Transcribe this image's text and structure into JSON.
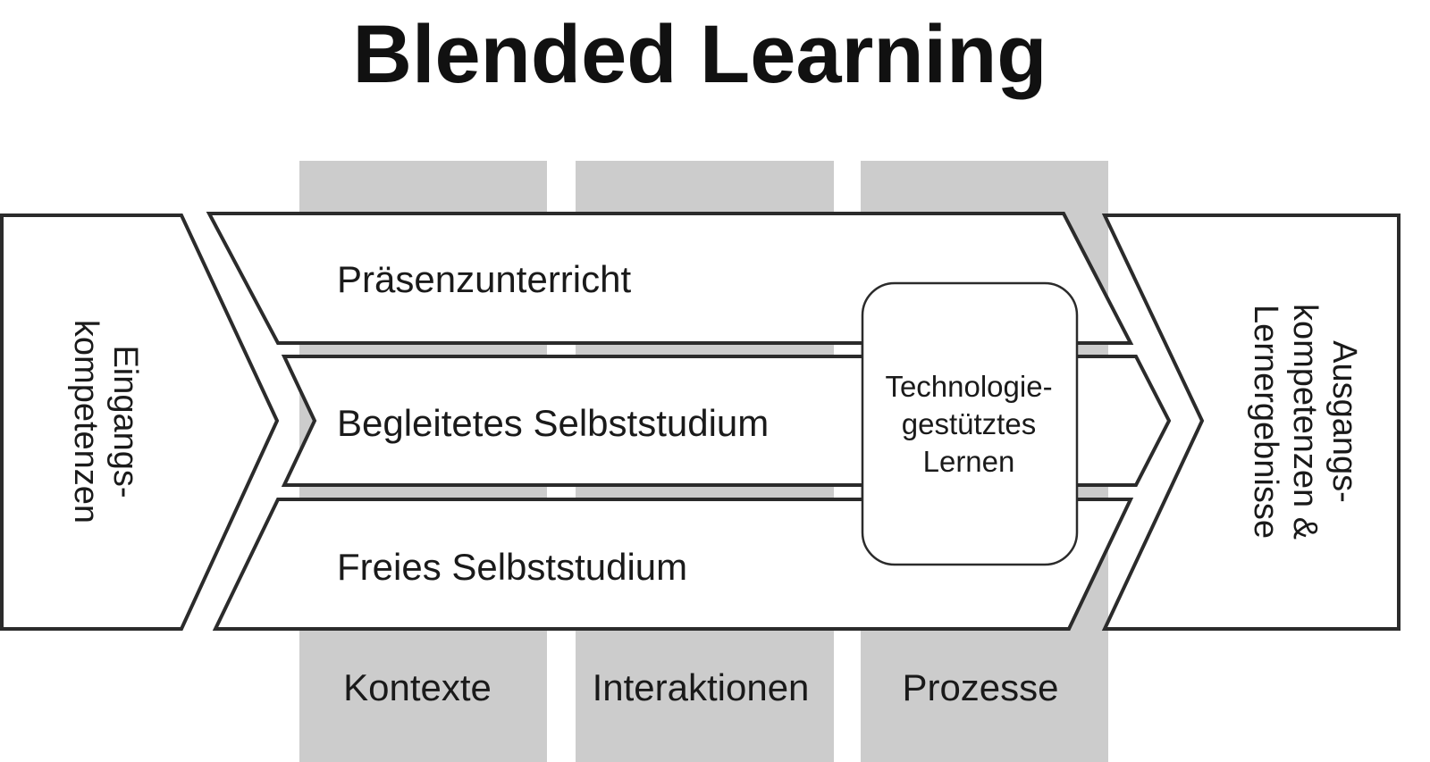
{
  "title": "Blended Learning",
  "input": {
    "line1": "Eingangs-",
    "line2": "kompetenzen"
  },
  "bands": [
    {
      "label": "Präsenzunterricht"
    },
    {
      "label": "Begleitetes Selbststudium"
    },
    {
      "label": "Freies Selbststudium"
    }
  ],
  "technology": {
    "line1": "Technologie-",
    "line2": "gestütztes",
    "line3": "Lernen"
  },
  "output": {
    "line1": "Ausgangs-",
    "line2": "kompetenzen &",
    "line3": "Lernergebnisse"
  },
  "columns": [
    {
      "label": "Kontexte"
    },
    {
      "label": "Interaktionen"
    },
    {
      "label": "Prozesse"
    }
  ],
  "colors": {
    "column": "#cccccc",
    "stroke": "#2b2b2b"
  }
}
